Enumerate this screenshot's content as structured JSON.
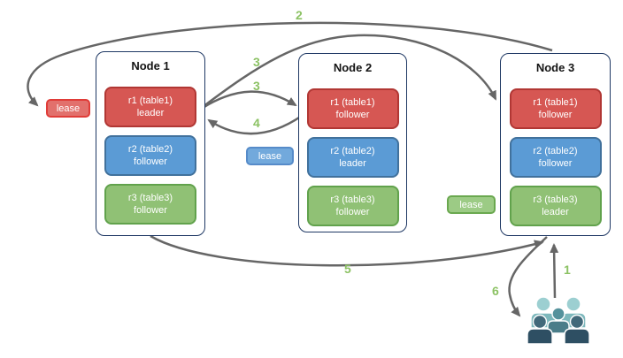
{
  "colors": {
    "node-border": "#1f3864",
    "node-title": "#141414",
    "red-fill": "#d65753",
    "red-border": "#b13734",
    "blue-fill": "#5b9bd5",
    "blue-border": "#41719c",
    "green-fill": "#90c175",
    "green-border": "#61a24c",
    "lease-red-fill": "#e2706c",
    "lease-red-border": "#e03c38",
    "lease-blue-fill": "#72a9dc",
    "lease-blue-border": "#568bc9",
    "lease-green-fill": "#9ccb85",
    "lease-green-border": "#6aa84f",
    "step-label": "#8cc264",
    "arrow": "#666666",
    "user-light-head": "#9ccfd1",
    "user-light-body": "#7db8bc",
    "user-mid-head": "#55929c",
    "user-mid-body": "#4a7d89",
    "user-dark-head": "#42697a",
    "user-dark-body": "#2e4f63"
  },
  "nodes": [
    {
      "title": "Node 1",
      "replicas": [
        {
          "label": "r1 (table1)",
          "role": "leader",
          "color": "red"
        },
        {
          "label": "r2 (table2)",
          "role": "follower",
          "color": "blue"
        },
        {
          "label": "r3 (table3)",
          "role": "follower",
          "color": "green"
        }
      ]
    },
    {
      "title": "Node 2",
      "replicas": [
        {
          "label": "r1 (table1)",
          "role": "follower",
          "color": "red"
        },
        {
          "label": "r2 (table2)",
          "role": "leader",
          "color": "blue"
        },
        {
          "label": "r3 (table3)",
          "role": "follower",
          "color": "green"
        }
      ]
    },
    {
      "title": "Node 3",
      "replicas": [
        {
          "label": "r1 (table1)",
          "role": "follower",
          "color": "red"
        },
        {
          "label": "r2 (table2)",
          "role": "follower",
          "color": "blue"
        },
        {
          "label": "r3 (table3)",
          "role": "leader",
          "color": "green"
        }
      ]
    }
  ],
  "leases": [
    {
      "label": "lease",
      "color": "red"
    },
    {
      "label": "lease",
      "color": "blue"
    },
    {
      "label": "lease",
      "color": "green"
    }
  ],
  "steps": [
    {
      "label": "2"
    },
    {
      "label": "3"
    },
    {
      "label": "3"
    },
    {
      "label": "4"
    },
    {
      "label": "5"
    },
    {
      "label": "6"
    },
    {
      "label": "1"
    }
  ],
  "users_icon": "group of client users"
}
